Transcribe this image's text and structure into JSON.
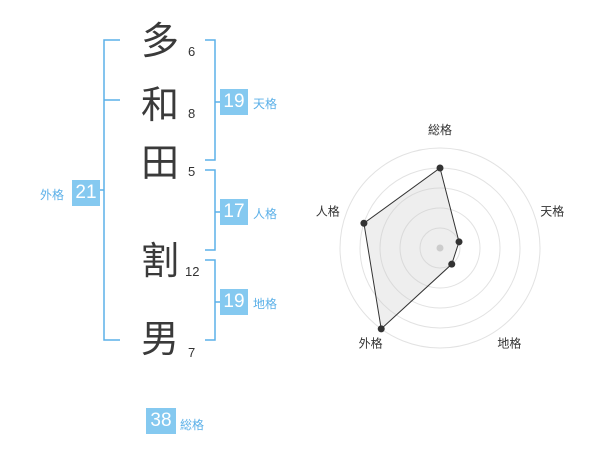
{
  "name": {
    "chars": [
      {
        "char": "多",
        "strokes": "6"
      },
      {
        "char": "和",
        "strokes": "8"
      },
      {
        "char": "田",
        "strokes": "5"
      },
      {
        "char": "割",
        "strokes": "12"
      },
      {
        "char": "男",
        "strokes": "7"
      }
    ]
  },
  "scores": {
    "tenkaku": {
      "value": "19",
      "label": "天格"
    },
    "jinkaku": {
      "value": "17",
      "label": "人格"
    },
    "chikaku": {
      "value": "19",
      "label": "地格"
    },
    "gaikaku": {
      "value": "21",
      "label": "外格"
    },
    "soukaku": {
      "value": "38",
      "label": "総格"
    }
  },
  "accent_color": "#85c9f0",
  "chart_data": {
    "type": "radar",
    "categories": [
      "総格",
      "天格",
      "地格",
      "外格",
      "人格"
    ],
    "values": [
      4,
      1,
      1,
      5,
      4
    ],
    "ylim": [
      0,
      5
    ],
    "grid": true
  }
}
